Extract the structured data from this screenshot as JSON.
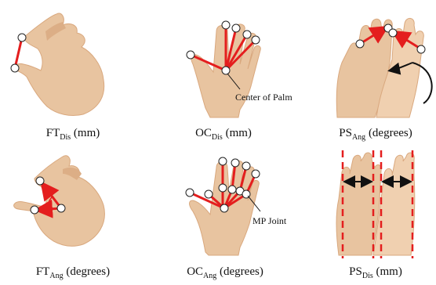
{
  "panels": [
    {
      "id": "ft_dis",
      "symbol": "FT",
      "subscript": "Dis",
      "unit": "(mm)"
    },
    {
      "id": "oc_dis",
      "symbol": "OC",
      "subscript": "Dis",
      "unit": "(mm)"
    },
    {
      "id": "ps_ang",
      "symbol": "PS",
      "subscript": "Ang",
      "unit": "(degrees)"
    },
    {
      "id": "ft_ang",
      "symbol": "FT",
      "subscript": "Ang",
      "unit": "(degrees)"
    },
    {
      "id": "oc_ang",
      "symbol": "OC",
      "subscript": "Ang",
      "unit": "(degrees)"
    },
    {
      "id": "ps_dis",
      "symbol": "PS",
      "subscript": "Dis",
      "unit": "(mm)"
    }
  ],
  "annotations": {
    "center_of_palm": "Center of Palm",
    "mp_joint": "MP Joint"
  },
  "colors": {
    "skin": "#e8c4a0",
    "skin_shadow": "#d9a87e",
    "marker_line": "#e41e1e",
    "dashed_guide": "#e41e1e",
    "arrow": "#111111",
    "joint_fill": "#ffffff",
    "joint_stroke": "#222222"
  }
}
